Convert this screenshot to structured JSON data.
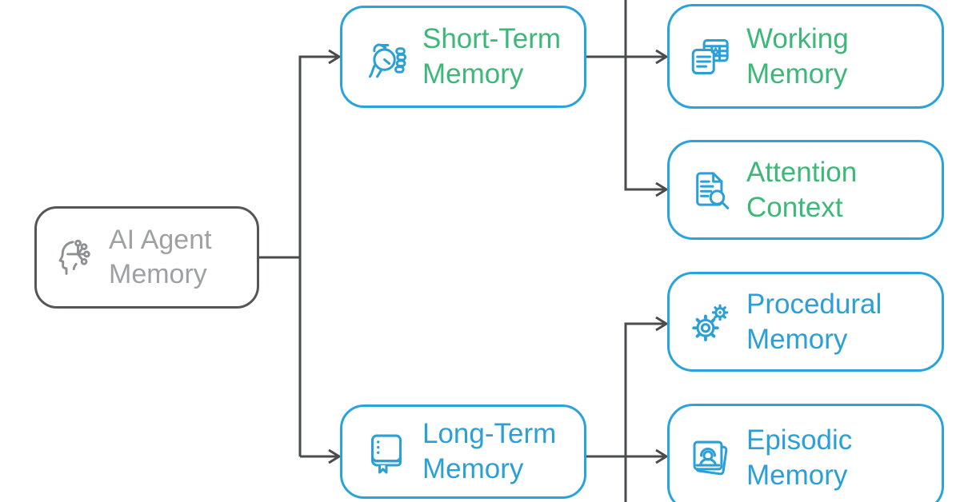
{
  "title": "AI Agent Memory diagram",
  "colors": {
    "node_border_blue": "#29a3db",
    "text_green": "#3cb878",
    "text_blue": "#2b9fd8",
    "root_border_gray": "#55565a",
    "root_text_gray": "#9ea0a3",
    "connector_gray": "#4a4b4d",
    "background": "#ffffff"
  },
  "nodes": {
    "root": {
      "label": "AI Agent\nMemory",
      "icon": "head-circuit-icon"
    },
    "short_term": {
      "label": "Short-Term\nMemory",
      "icon": "hand-stopwatch-icon"
    },
    "long_term": {
      "label": "Long-Term\nMemory",
      "icon": "book-icon"
    },
    "working": {
      "label": "Working\nMemory",
      "icon": "documents-table-icon"
    },
    "attention": {
      "label": "Attention\nContext",
      "icon": "document-magnifier-icon"
    },
    "procedural": {
      "label": "Procedural\nMemory",
      "icon": "gears-icon"
    },
    "episodic": {
      "label": "Episodic\nMemory",
      "icon": "photo-portrait-icon"
    }
  },
  "edges": [
    "AI Agent Memory -> Short-Term Memory",
    "AI Agent Memory -> Long-Term Memory",
    "Short-Term Memory -> Working Memory",
    "Short-Term Memory -> Attention Context",
    "Long-Term Memory -> Procedural Memory",
    "Long-Term Memory -> Episodic Memory"
  ]
}
